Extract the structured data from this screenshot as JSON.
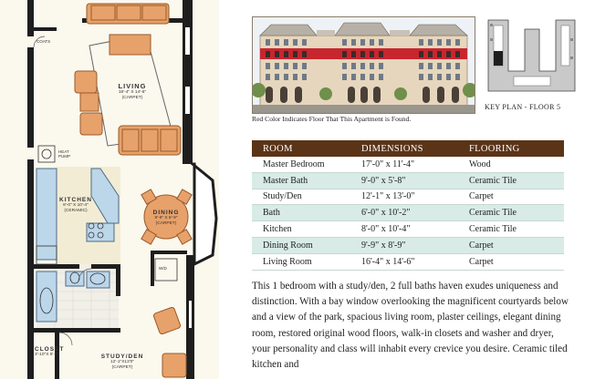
{
  "plan": {
    "coats": "COATS",
    "heat_pump": "HEAT\nPUMP",
    "living": {
      "name": "LIVING",
      "dims": "16'-4\" X 14'-6\"",
      "floor": "(CARPET)"
    },
    "kitchen": {
      "name": "KITCHEN",
      "dims": "8'-0\" X 10'-4\"",
      "floor": "(CERAMIC)"
    },
    "dining": {
      "name": "DINING",
      "dims": "9'-9\" X 8'-9\"",
      "floor": "(CARPET)"
    },
    "study": {
      "name": "STUDY/DEN",
      "dims": "12'-1\"X13'0\"",
      "floor": "(CARPET)"
    },
    "closet": {
      "name": "CLOSET",
      "dims": "3'-10\"X 6'-0\""
    },
    "wd": "W/D"
  },
  "elevation": {
    "caption": "Red Color Indicates Floor That This Apartment is Found.",
    "highlight_color": "#c8262e"
  },
  "keyplan": {
    "caption": "KEY PLAN - FLOOR 5"
  },
  "table": {
    "headers": [
      "ROOM",
      "DIMENSIONS",
      "FLOORING"
    ],
    "rows": [
      [
        "Master Bedroom",
        "17'-0\" x 11'-4\"",
        "Wood"
      ],
      [
        "Master Bath",
        "9'-0\" x 5'-8\"",
        "Ceramic Tile"
      ],
      [
        "Study/Den",
        "12'-1\" x 13'-0\"",
        "Carpet"
      ],
      [
        "Bath",
        "6'-0\" x 10'-2\"",
        "Ceramic Tile"
      ],
      [
        "Kitchen",
        "8'-0\" x 10'-4\"",
        "Ceramic Tile"
      ],
      [
        "Dining Room",
        "9'-9\" x 8'-9\"",
        "Carpet"
      ],
      [
        "Living Room",
        "16'-4\" x 14'-6\"",
        "Carpet"
      ]
    ],
    "header_color": "#5b3418",
    "stripe_color": "#d8ebe7"
  },
  "description": "This 1 bedroom with a study/den, 2 full baths haven exudes uniqueness and distinction. With a bay window overlooking the magnificent courtyards below and a view of the park, spacious living room, plaster ceilings, elegant dining room, restored original wood floors, walk-in closets and washer and dryer, your personality and class will inhabit every crevice you desire. Ceramic tiled kitchen and"
}
